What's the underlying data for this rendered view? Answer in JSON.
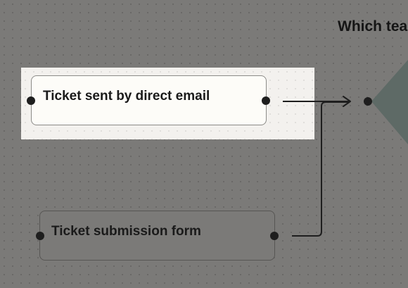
{
  "diagram": {
    "nodes": [
      {
        "id": "email",
        "label": "Ticket sent by direct email"
      },
      {
        "id": "form",
        "label": "Ticket submission form"
      }
    ],
    "decision": {
      "label": "Which tea",
      "color": "#5e6a66"
    },
    "edges": [
      {
        "from": "email",
        "to": "decision"
      },
      {
        "from": "form",
        "to": "decision"
      }
    ]
  }
}
